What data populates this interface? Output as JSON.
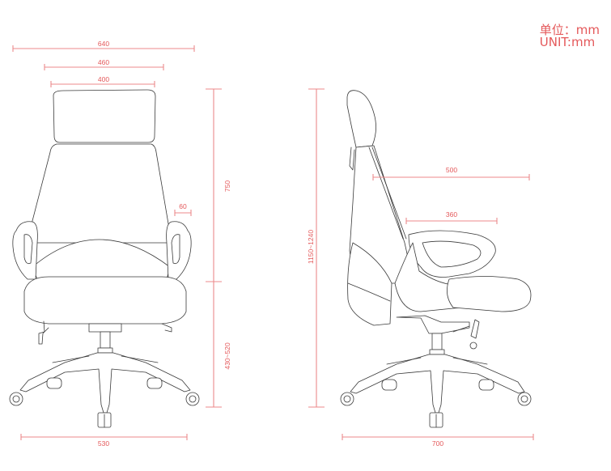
{
  "unit_label": {
    "line1": "单位：mm",
    "line2": "UNIT:mm"
  },
  "front_view": {
    "dimensions": {
      "overall_width": "640",
      "armrest_outer_width": "460",
      "headrest_width": "400",
      "armrest_width": "60",
      "backrest_height": "750",
      "seat_height": "430~520",
      "base_width": "530"
    }
  },
  "side_view": {
    "dimensions": {
      "overall_height": "1150~1240",
      "seat_depth_total": "500",
      "armrest_depth": "360",
      "base_depth": "700"
    }
  },
  "colors": {
    "dimension": "#e4585a",
    "line_art": "#3a3a3a",
    "background": "#ffffff"
  }
}
